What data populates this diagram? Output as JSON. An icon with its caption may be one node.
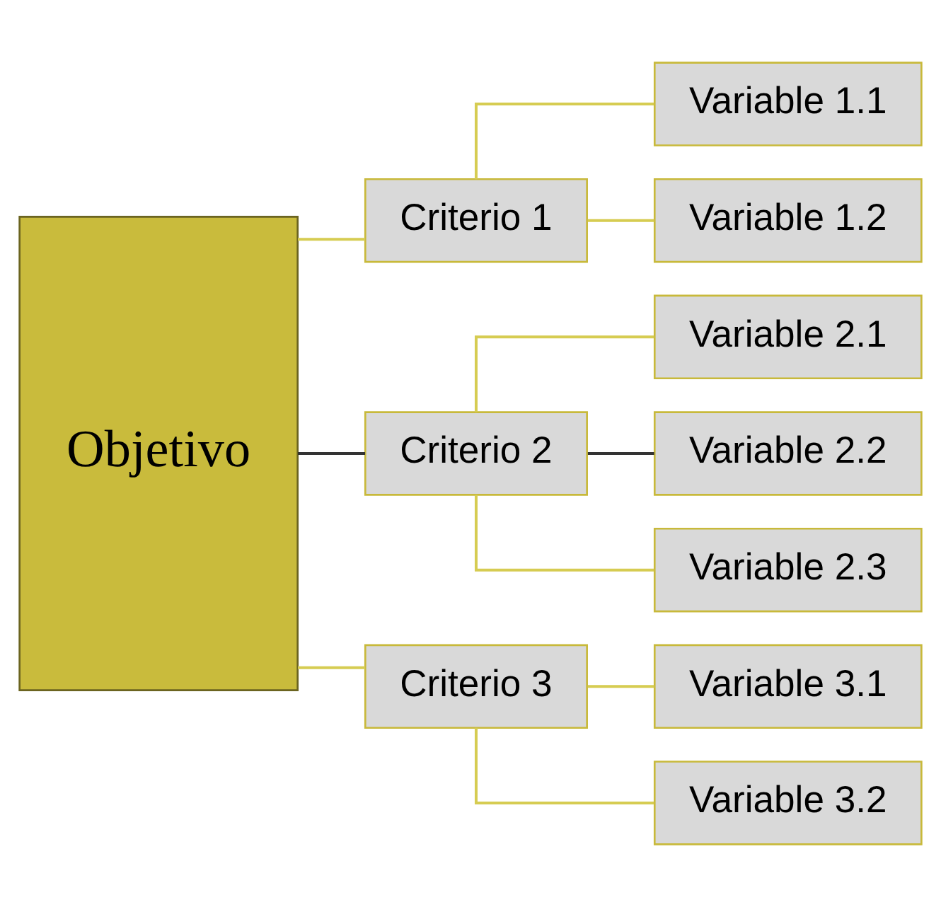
{
  "diagram": {
    "nodes": [
      {
        "text": [
          "Objetivo"
        ]
      },
      {
        "text": [
          "Criterio 1"
        ]
      },
      {
        "text": [
          "Variable 1.1"
        ]
      },
      {
        "text": [
          "Variable 1.2"
        ]
      },
      {
        "text": [
          "Criterio 2"
        ]
      },
      {
        "text": [
          "Variable 2.1"
        ]
      },
      {
        "text": [
          "Variable 2.2"
        ]
      },
      {
        "text": [
          "Variable 2.3"
        ]
      },
      {
        "text": [
          "Criterio 3"
        ]
      },
      {
        "text": [
          "Variable 3.1"
        ]
      },
      {
        "text": [
          "Variable 3.2"
        ]
      }
    ],
    "edges": [
      {
        "from": 0,
        "to": 1,
        "arrow": "none"
      },
      {
        "from": 0,
        "to": 4,
        "arrow": "none",
        "color": "#333333"
      },
      {
        "from": 0,
        "to": 8,
        "arrow": "none"
      },
      {
        "from": 1,
        "to": 2,
        "arrow": "none"
      },
      {
        "from": 1,
        "to": 3,
        "arrow": "none"
      },
      {
        "from": 4,
        "to": 5,
        "arrow": "none"
      },
      {
        "from": 4,
        "to": 6,
        "arrow": "none",
        "color": "#333333"
      },
      {
        "from": 4,
        "to": 7,
        "arrow": "none"
      },
      {
        "from": 8,
        "to": 9,
        "arrow": "none"
      },
      {
        "from": 8,
        "to": 10,
        "arrow": "none"
      }
    ]
  }
}
